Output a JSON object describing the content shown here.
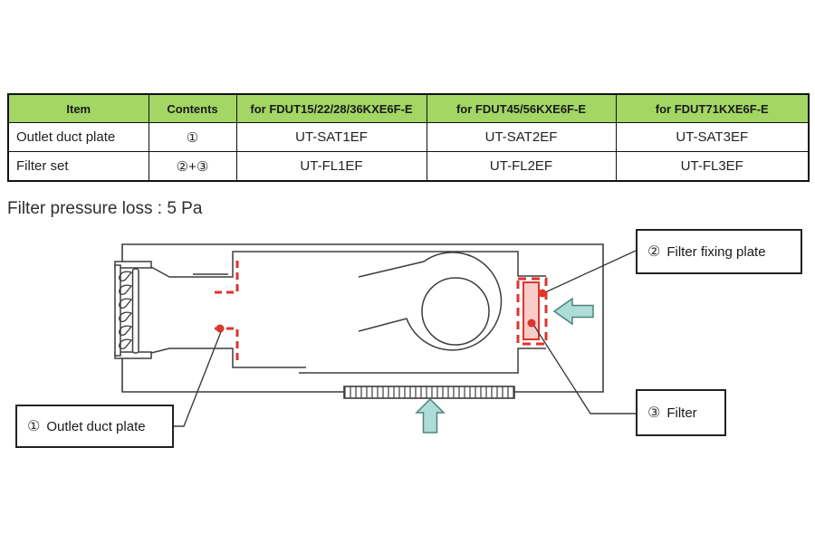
{
  "table": {
    "headers": [
      "Item",
      "Contents",
      "for FDUT15/22/28/36KXE6F-E",
      "for FDUT45/56KXE6F-E",
      "for FDUT71KXE6F-E"
    ],
    "rows": [
      [
        "Outlet duct plate",
        "①",
        "UT-SAT1EF",
        "UT-SAT2EF",
        "UT-SAT3EF"
      ],
      [
        "Filter set",
        "②+③",
        "UT-FL1EF",
        "UT-FL2EF",
        "UT-FL3EF"
      ]
    ]
  },
  "note": {
    "text": "Filter pressure loss : 5 Pa"
  },
  "diagram": {
    "callouts": {
      "outlet_duct_plate": {
        "num": "①",
        "label": "Outlet duct plate"
      },
      "filter_fixing_plate": {
        "num": "②",
        "label": "Filter fixing plate"
      },
      "filter": {
        "num": "③",
        "label": "Filter"
      }
    }
  },
  "colors": {
    "table_header_green": "#a3d665",
    "marker_red": "#dd342c",
    "filter_pink": "#f8cdc9",
    "airflow_teal": "#aedcd6",
    "line_gray": "#3d3d3d"
  }
}
